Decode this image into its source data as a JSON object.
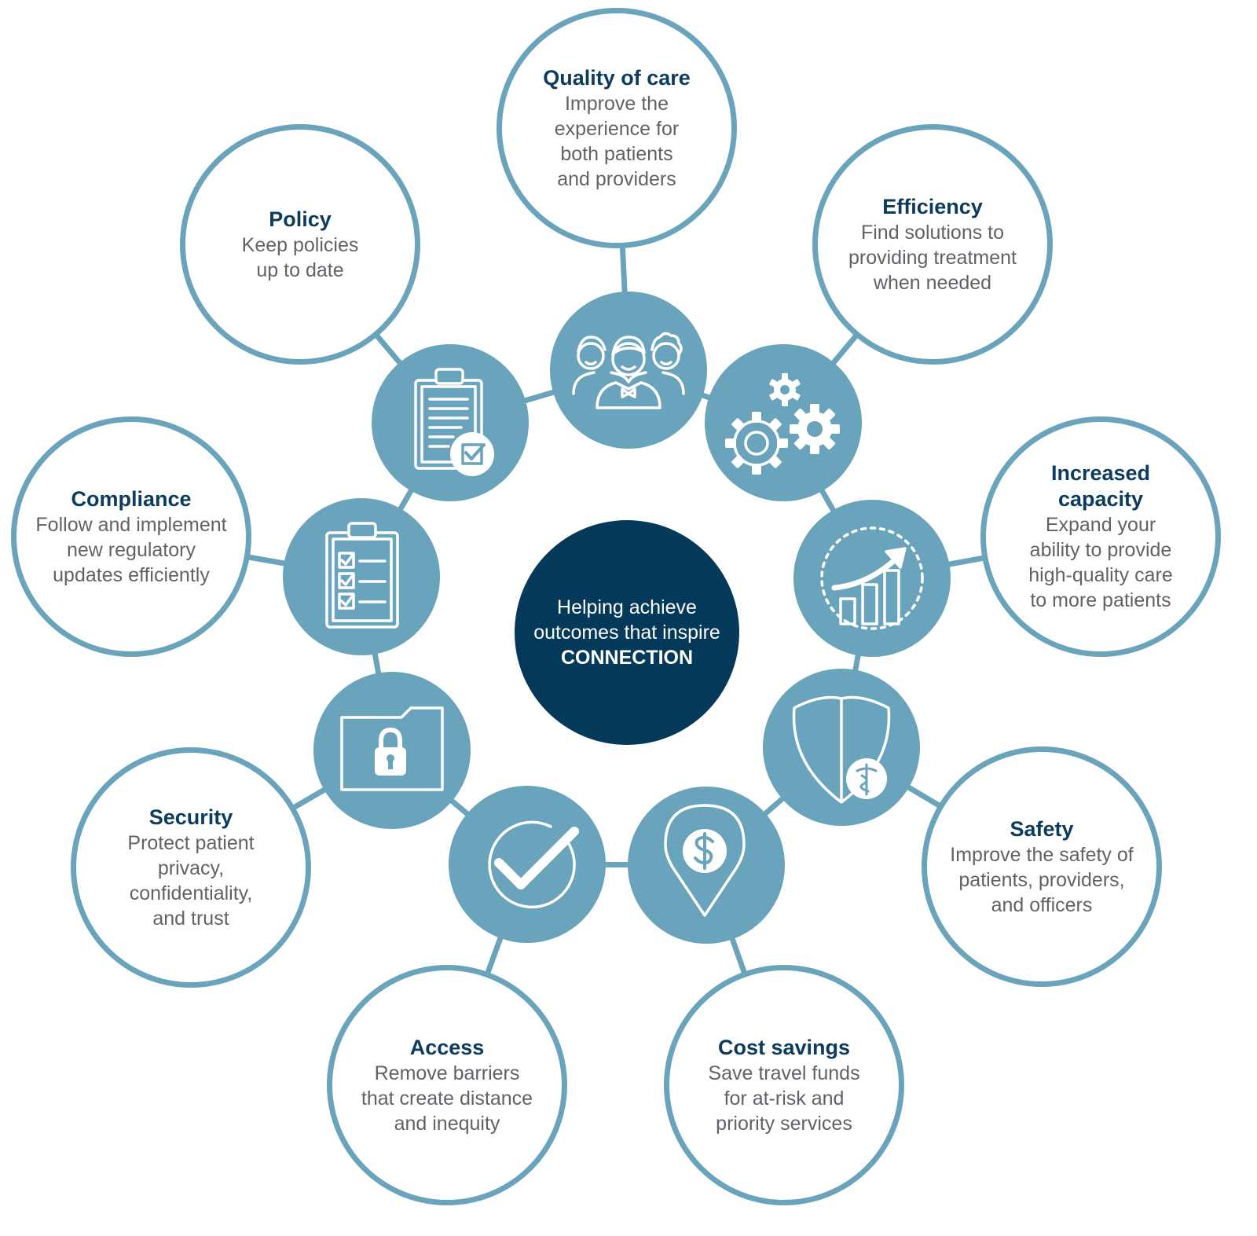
{
  "center": {
    "line1": "Helping achieve",
    "line2": "outcomes that inspire",
    "line3": "CONNECTION"
  },
  "outcomes": [
    {
      "title": "Quality of care",
      "desc": [
        "Improve the",
        "experience for",
        "both patients",
        "and providers"
      ],
      "icon": "people-group-icon"
    },
    {
      "title": "Efficiency",
      "desc": [
        "Find solutions to",
        "providing treatment",
        "when needed"
      ],
      "icon": "gears-icon"
    },
    {
      "title": [
        "Increased",
        "capacity"
      ],
      "desc": [
        "Expand your",
        "ability to provide",
        "high-quality care",
        "to more patients"
      ],
      "icon": "growth-chart-icon"
    },
    {
      "title": "Safety",
      "desc": [
        "Improve the safety of",
        "patients, providers,",
        "and officers"
      ],
      "icon": "medical-shield-icon"
    },
    {
      "title": "Cost savings",
      "desc": [
        "Save travel funds",
        "for at-risk and",
        "priority services"
      ],
      "icon": "dollar-location-pin-icon"
    },
    {
      "title": "Access",
      "desc": [
        "Remove barriers",
        "that create distance",
        "and inequity"
      ],
      "icon": "checkmark-icon"
    },
    {
      "title": "Security",
      "desc": [
        "Protect patient",
        "privacy,",
        "confidentiality,",
        "and trust"
      ],
      "icon": "locked-folder-icon"
    },
    {
      "title": "Compliance",
      "desc": [
        "Follow and implement",
        "new regulatory",
        "updates efficiently"
      ],
      "icon": "checklist-clipboard-icon"
    },
    {
      "title": "Policy",
      "desc": [
        "Keep policies",
        "up to date"
      ],
      "icon": "approved-document-icon"
    }
  ],
  "colors": {
    "ring": "#6aa3bc",
    "hub_fill": "#6aa3bc",
    "center_fill": "#05395a",
    "title_text": "#0c3b5d",
    "desc_text": "#5f6368"
  }
}
